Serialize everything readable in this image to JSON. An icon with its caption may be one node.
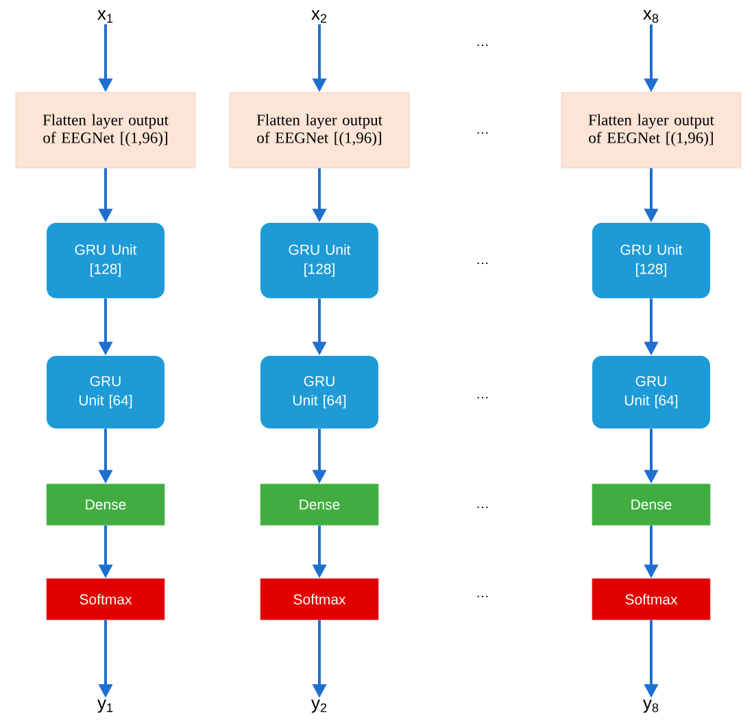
{
  "diagram": {
    "nodes": [
      {
        "text": [
          "x$_{1}$"
        ]
      },
      {
        "text": [
          "Flatten layer output of EEGNet [(1,96)]"
        ]
      },
      {
        "text": [
          "GRU Unit [128]"
        ]
      },
      {
        "text": [
          "GRU Unit [64]"
        ]
      },
      {
        "text": [
          "Dense"
        ]
      },
      {
        "text": [
          "Softmax"
        ]
      },
      {
        "text": [
          "y$_{1}$"
        ]
      },
      {
        "text": [
          "x$_{2}$"
        ]
      },
      {
        "text": [
          "Flatten layer output of EEGNet [(1,96)]"
        ]
      },
      {
        "text": [
          "GRU Unit [128]"
        ]
      },
      {
        "text": [
          "GRU Unit [64]"
        ]
      },
      {
        "text": [
          "Dense"
        ]
      },
      {
        "text": [
          "Softmax"
        ]
      },
      {
        "text": [
          "y$_{2}$"
        ]
      },
      {
        "text": [
          "x$_{8}$"
        ]
      },
      {
        "text": [
          "Flatten layer output of EEGNet [(1,96)]"
        ]
      },
      {
        "text": [
          "GRU Unit [128]"
        ]
      },
      {
        "text": [
          "GRU Unit [64]"
        ]
      },
      {
        "text": [
          "Dense"
        ]
      },
      {
        "text": [
          "Softmax"
        ]
      },
      {
        "text": [
          "y$_{8}$"
        ]
      }
    ],
    "edges": [
      {
        "from": 0,
        "to": 1,
        "arrow": "to"
      },
      {
        "from": 1,
        "to": 2,
        "arrow": "to"
      },
      {
        "from": 2,
        "to": 3,
        "arrow": "to"
      },
      {
        "from": 3,
        "to": 4,
        "arrow": "to"
      },
      {
        "from": 4,
        "to": 5,
        "arrow": "to"
      },
      {
        "from": 5,
        "to": 6,
        "arrow": "to"
      },
      {
        "from": 7,
        "to": 8,
        "arrow": "to"
      },
      {
        "from": 8,
        "to": 9,
        "arrow": "to"
      },
      {
        "from": 9,
        "to": 10,
        "arrow": "to"
      },
      {
        "from": 10,
        "to": 11,
        "arrow": "to"
      },
      {
        "from": 11,
        "to": 12,
        "arrow": "to"
      },
      {
        "from": 12,
        "to": 13,
        "arrow": "to"
      },
      {
        "from": 14,
        "to": 15,
        "arrow": "to"
      },
      {
        "from": 15,
        "to": 16,
        "arrow": "to"
      },
      {
        "from": 16,
        "to": 17,
        "arrow": "to"
      },
      {
        "from": 17,
        "to": 18,
        "arrow": "to"
      },
      {
        "from": 18,
        "to": 19,
        "arrow": "to"
      },
      {
        "from": 19,
        "to": 20,
        "arrow": "to"
      }
    ],
    "labels": [
      "…",
      "…",
      "…",
      "…",
      "…",
      "…"
    ]
  }
}
